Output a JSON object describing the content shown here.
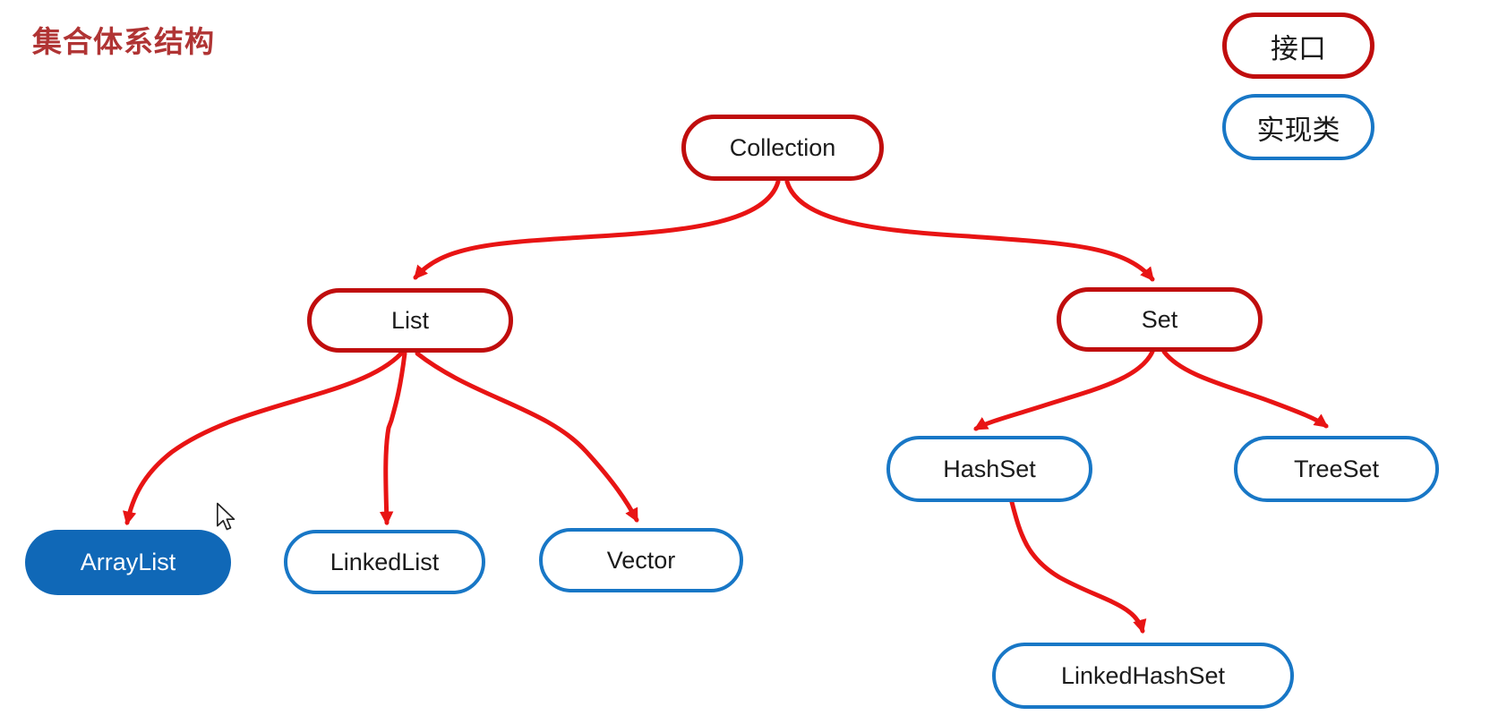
{
  "title": "集合体系结构",
  "legend": {
    "interface": "接口",
    "implementation": "实现类"
  },
  "colors": {
    "background": "#ffffff",
    "title": "#b03434",
    "interface-border": "#c00d0d",
    "class-border": "#1877c6",
    "selected-fill": "#1068b7",
    "selected-text": "#ffffff",
    "arrow": "#e81414",
    "node-text": "#1b1b1b"
  },
  "nodes": {
    "collection": {
      "label": "Collection",
      "type": "interface"
    },
    "list": {
      "label": "List",
      "type": "interface"
    },
    "set": {
      "label": "Set",
      "type": "interface"
    },
    "arraylist": {
      "label": "ArrayList",
      "type": "implementation",
      "selected": true
    },
    "linkedlist": {
      "label": "LinkedList",
      "type": "implementation"
    },
    "vector": {
      "label": "Vector",
      "type": "implementation"
    },
    "hashset": {
      "label": "HashSet",
      "type": "implementation"
    },
    "treeset": {
      "label": "TreeSet",
      "type": "implementation"
    },
    "linkedhashset": {
      "label": "LinkedHashSet",
      "type": "implementation"
    }
  },
  "edges": [
    {
      "from": "Collection",
      "to": "List"
    },
    {
      "from": "Collection",
      "to": "Set"
    },
    {
      "from": "List",
      "to": "ArrayList"
    },
    {
      "from": "List",
      "to": "LinkedList"
    },
    {
      "from": "List",
      "to": "Vector"
    },
    {
      "from": "Set",
      "to": "HashSet"
    },
    {
      "from": "Set",
      "to": "TreeSet"
    },
    {
      "from": "HashSet",
      "to": "LinkedHashSet"
    }
  ]
}
